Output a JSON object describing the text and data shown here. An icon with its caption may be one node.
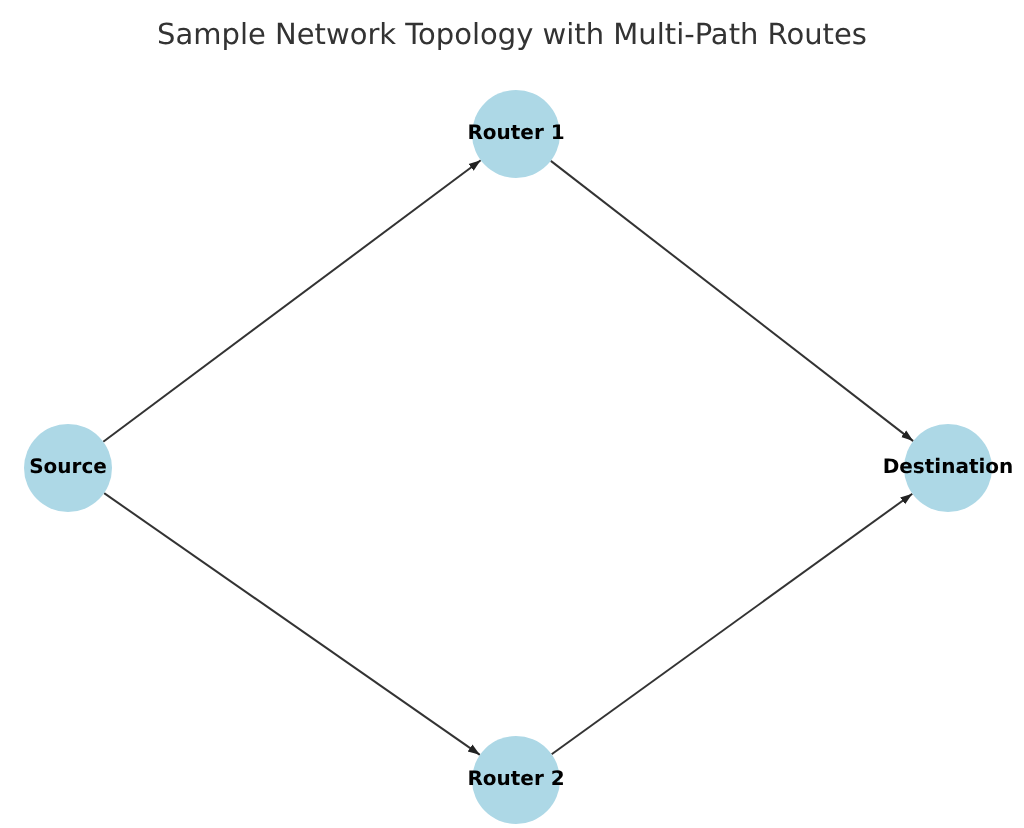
{
  "diagram": {
    "title": "Sample Network Topology with Multi-Path Routes",
    "nodes": [
      {
        "text": [
          "Source"
        ]
      },
      {
        "text": [
          "Router 1"
        ]
      },
      {
        "text": [
          "Destination"
        ]
      },
      {
        "text": [
          "Router 2"
        ]
      }
    ],
    "edges": [
      {
        "from": 0,
        "to": 1,
        "arrow": "to"
      },
      {
        "from": 0,
        "to": 3,
        "arrow": "to"
      },
      {
        "from": 1,
        "to": 2,
        "arrow": "to"
      },
      {
        "from": 3,
        "to": 2,
        "arrow": "to"
      }
    ]
  }
}
